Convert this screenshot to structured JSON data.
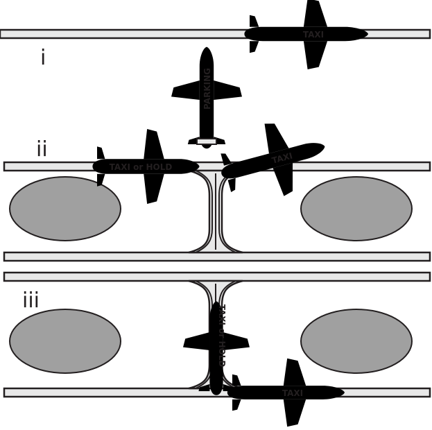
{
  "sections": [
    {
      "label": "i",
      "planes": [
        {
          "text": "TAXI"
        },
        {
          "text": "PARKING"
        }
      ]
    },
    {
      "label": "ii",
      "planes": [
        {
          "text": "TAXI or HOLD"
        },
        {
          "text": "TAXI"
        }
      ]
    },
    {
      "label": "iii",
      "planes": [
        {
          "text": "TAXI or HOLD"
        },
        {
          "text": "TAXI"
        }
      ]
    }
  ]
}
